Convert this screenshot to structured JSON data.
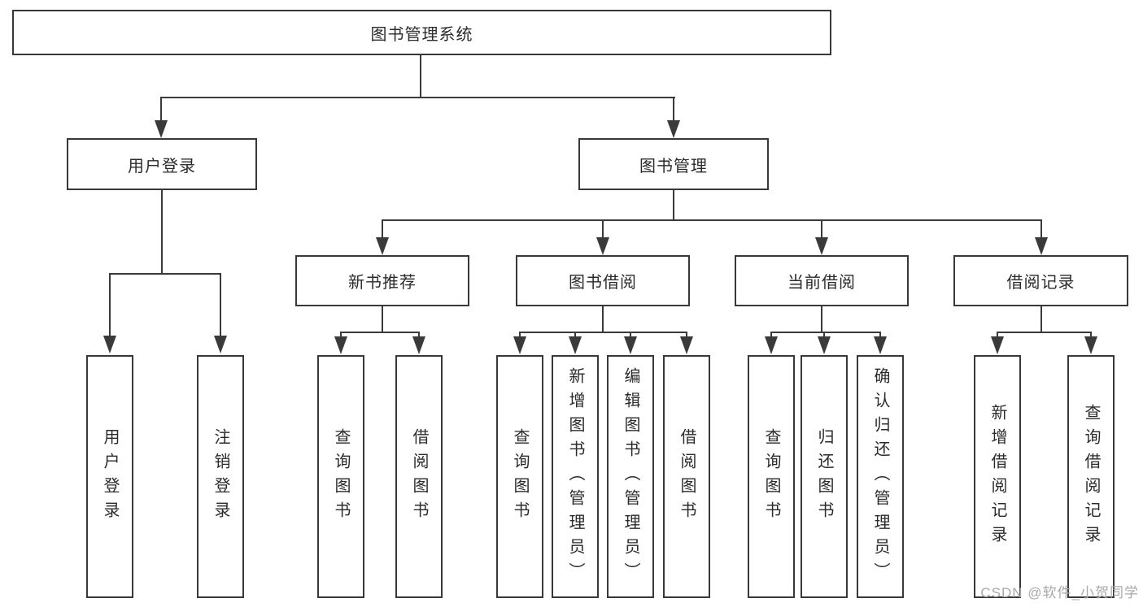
{
  "colors": {
    "line": "#3a3a3a",
    "border": "#383838",
    "text": "#2b2b2b",
    "watermark": "#a9a9a9",
    "background": "#ffffff"
  },
  "tree": {
    "root": "图书管理系统",
    "login": {
      "label": "用户登录",
      "children": [
        "用户登录",
        "注销登录"
      ]
    },
    "mgmt": {
      "label": "图书管理",
      "sections": [
        {
          "label": "新书推荐",
          "children": [
            "查询图书",
            "借阅图书"
          ]
        },
        {
          "label": "图书借阅",
          "children": [
            "查询图书",
            "新增图书（管理员）",
            "编辑图书（管理员）",
            "借阅图书"
          ]
        },
        {
          "label": "当前借阅",
          "children": [
            "查询图书",
            "归还图书",
            "确认归还（管理员）"
          ]
        },
        {
          "label": "借阅记录",
          "children": [
            "新增借阅记录",
            "查询借阅记录"
          ]
        }
      ]
    }
  },
  "watermark": "CSDN @软件_小贺同学"
}
